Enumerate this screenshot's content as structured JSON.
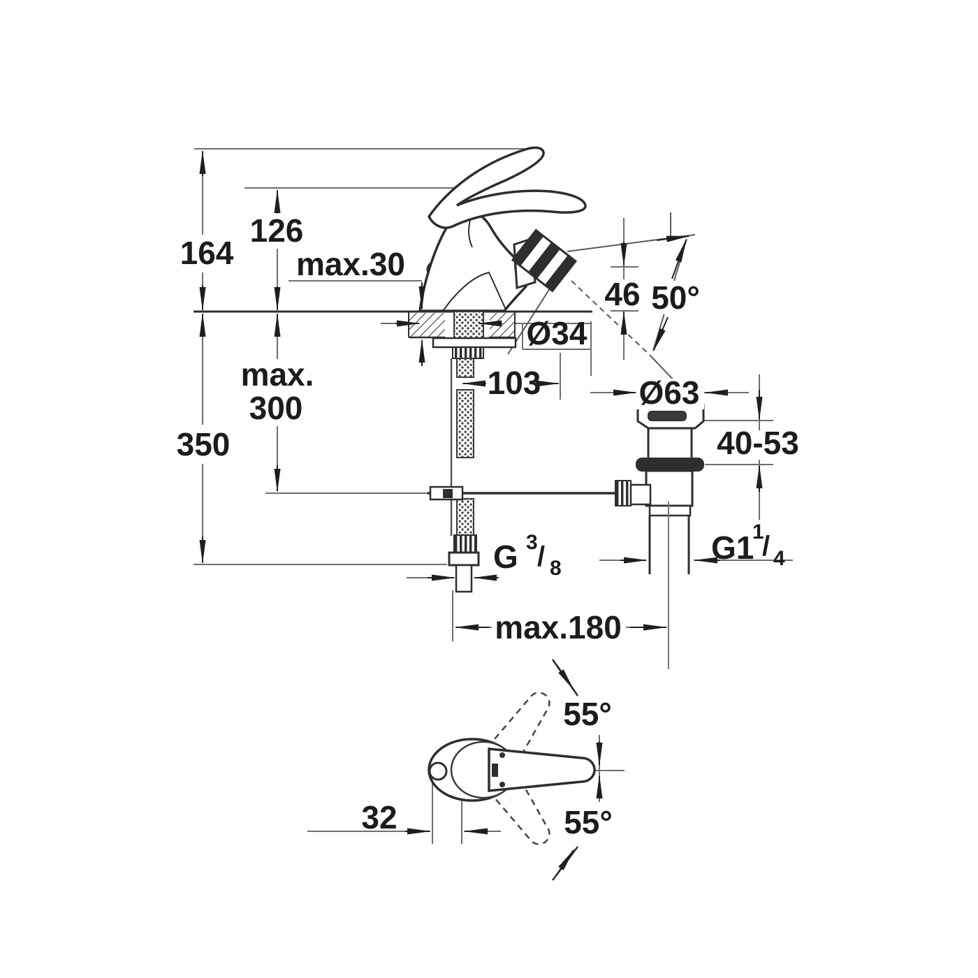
{
  "diagram": {
    "type": "technical-installation-drawing",
    "product": "single-lever bidet mixer with pop-up waste",
    "colors": {
      "background": "#ffffff",
      "object_line": "#2e2e2e",
      "dimension_line": "#6e6e6e",
      "text": "#1c1c1c"
    },
    "labels": {
      "overall_height": "164",
      "spout_height": "126",
      "deck_thickness": "max.30",
      "spray_height": "46",
      "spray_angle": "50°",
      "hole_diameter": "Ø34",
      "hose_depth_word": "max.",
      "hose_depth_value": "300",
      "hose_length": "350",
      "reach": "103",
      "waste_flange_diameter": "Ø63",
      "clamping_range": "40-53",
      "center_distance": "max.180",
      "swivel_angle_up": "55°",
      "swivel_angle_down": "55°",
      "handle_offset": "32",
      "supply_thread": {
        "base": "G",
        "sup": "3",
        "slash": "/",
        "sub": "8"
      },
      "waste_thread": {
        "base": "G1",
        "sup": "1",
        "slash": "/",
        "sub": "4"
      }
    }
  }
}
